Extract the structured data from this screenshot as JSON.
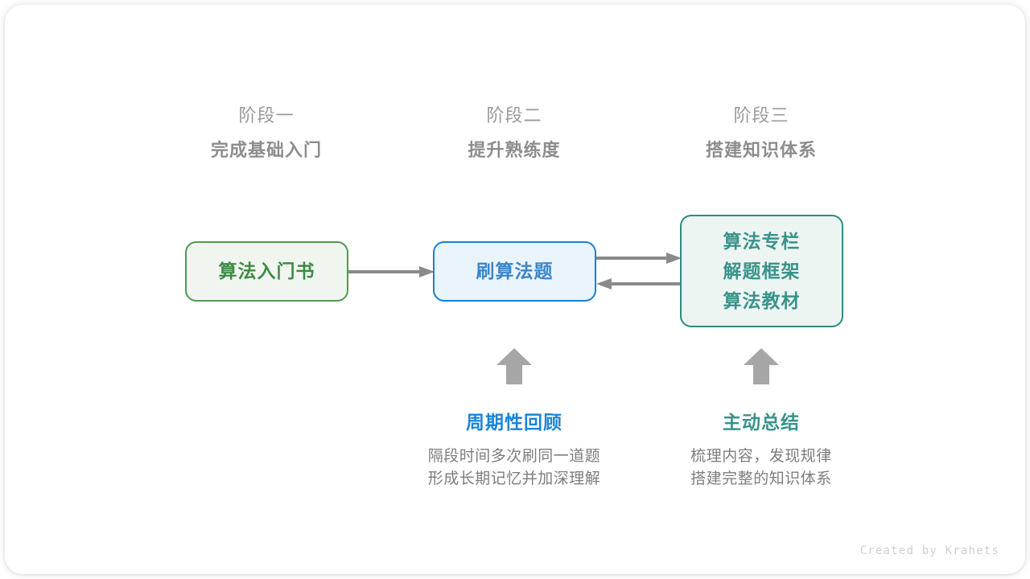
{
  "diagram": {
    "stages": [
      {
        "kicker": "阶段一",
        "title": "完成基础入门"
      },
      {
        "kicker": "阶段二",
        "title": "提升熟练度"
      },
      {
        "kicker": "阶段三",
        "title": "搭建知识体系"
      }
    ],
    "nodes": [
      {
        "id": "book",
        "lines": [
          "算法入门书"
        ],
        "border_color": "#4f9a52",
        "fill_color": "#f0f6ef",
        "text_color": "#3f8a45"
      },
      {
        "id": "practice",
        "lines": [
          "刷算法题"
        ],
        "border_color": "#1b7fd0",
        "fill_color": "#e9f4fc",
        "text_color": "#3b86c8"
      },
      {
        "id": "system",
        "lines": [
          "算法专栏",
          "解题框架",
          "算法教材"
        ],
        "border_color": "#2f8b81",
        "fill_color": "#edf5f3",
        "text_color": "#39938a"
      }
    ],
    "connectors": [
      {
        "id": "book-to-practice",
        "direction": "right",
        "color": "#8a8a8a"
      },
      {
        "id": "practice-to-system",
        "direction": "right",
        "color": "#8a8a8a"
      },
      {
        "id": "system-to-practice",
        "direction": "left",
        "color": "#8a8a8a"
      }
    ],
    "up_arrows": [
      {
        "id": "review-arrow",
        "color": "#a6a6a6"
      },
      {
        "id": "summary-arrow",
        "color": "#a6a6a6"
      }
    ],
    "annotations": [
      {
        "id": "review",
        "title": "周期性回顾",
        "title_color": "#1c84d6",
        "desc_line1": "隔段时间多次刷同一道题",
        "desc_line2": "形成长期记忆并加深理解"
      },
      {
        "id": "summary",
        "title": "主动总结",
        "title_color": "#39938a",
        "desc_line1": "梳理内容，发现规律",
        "desc_line2": "搭建完整的知识体系"
      }
    ],
    "credit": "Created by Krahets"
  }
}
